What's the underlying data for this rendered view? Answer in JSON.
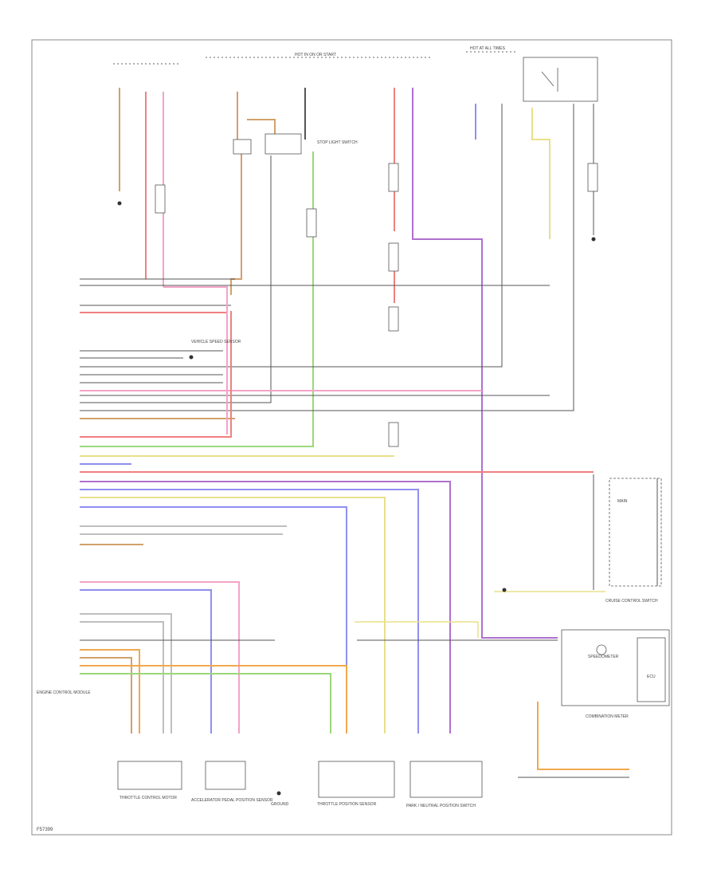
{
  "diagram": {
    "figure_code": "F57399",
    "colors": {
      "red": "#f08080",
      "pink": "#f3a3c8",
      "green": "#9bd77a",
      "yellow": "#e8e08a",
      "blue": "#8f8ff0",
      "purple": "#b070d0",
      "orange": "#f0a850",
      "tan": "#d2a06a",
      "gray": "#aaaaaa",
      "dark": "#555555",
      "black": "#333333"
    },
    "labels": {
      "engine_ecu": "ENGINE CONTROL MODULE",
      "throttle_control_motor": "THROTTLE CONTROL MOTOR",
      "accelerator_sensor": "ACCELERATOR PEDAL POSITION SENSOR",
      "throttle_position_sensor": "THROTTLE POSITION SENSOR",
      "combination_meter": "COMBINATION METER",
      "cruise_control_switch": "CRUISE CONTROL SWITCH",
      "stop_light_switch": "STOP LIGHT SWITCH",
      "hot_at_all_times": "HOT AT ALL TIMES",
      "hot_in_on": "HOT IN ON OR START",
      "ground": "GROUND",
      "speedometer": "SPEEDOMETER",
      "ecu": "ECU",
      "main": "MAIN",
      "vehicle_speed_sensor": "VEHICLE SPEED SENSOR",
      "park_neutral_switch": "PARK / NEUTRAL POSITION SWITCH"
    }
  }
}
